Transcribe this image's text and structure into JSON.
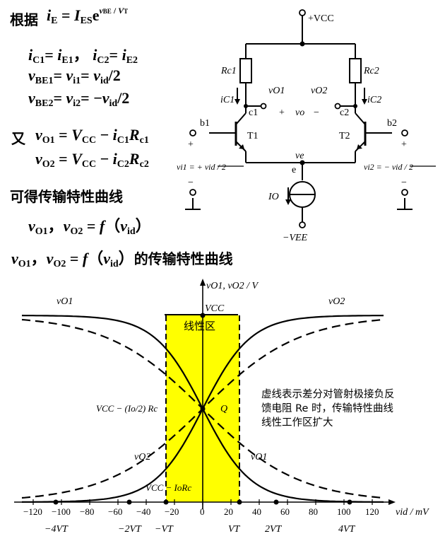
{
  "equations": {
    "l1_prefix": "根据",
    "l2": "= ",
    "l5_prefix": "又",
    "l7": "可得传输特性曲线",
    "l8": "vO1，vO2 = f（vid）",
    "l9_suffix": "的传输特性曲线"
  },
  "circuit": {
    "vcc": "+VCC",
    "rc1": "Rc1",
    "rc2": "Rc2",
    "vo1": "vO1",
    "vo2": "vO2",
    "ic1": "iC1",
    "ic2": "iC2",
    "c1": "c1",
    "c2": "c2",
    "vo": "vo",
    "b1": "b1",
    "b2": "b2",
    "t1": "T1",
    "t2": "T2",
    "ve": "ve",
    "e": "e",
    "io": "IO",
    "vee": "−VEE",
    "vi1": "vi1 = + vid / 2",
    "vi2": "vi2 = − vid / 2"
  },
  "chart_data": {
    "type": "line",
    "ylabel": "vO1, vO2 / V",
    "xlabel": "vid / mV",
    "x_ticks": [
      -120,
      -100,
      -80,
      -60,
      -40,
      -20,
      0,
      20,
      40,
      60,
      80,
      100,
      120
    ],
    "vt_marks": [
      "−4VT",
      "−2VT",
      "−VT",
      "VT",
      "2VT",
      "4VT"
    ],
    "linear_region_label": "线性区",
    "linear_region_x": [
      -26,
      26
    ],
    "y_marks": {
      "vcc": "VCC",
      "mid": "VCC − (Io/2) Rc",
      "low": "VCC − IoRc"
    },
    "q_label": "Q",
    "series": [
      {
        "name": "vO1",
        "style": "solid"
      },
      {
        "name": "vO2",
        "style": "solid"
      },
      {
        "name": "vO1",
        "style": "dashed"
      },
      {
        "name": "vO2",
        "style": "dashed"
      }
    ],
    "annotation": "虚线表示差分对管射极接负反馈电阻 Re 时，传输特性曲线线性工作区扩大"
  },
  "colors": {
    "linear_region": "#ffff00",
    "ink": "#000000"
  }
}
